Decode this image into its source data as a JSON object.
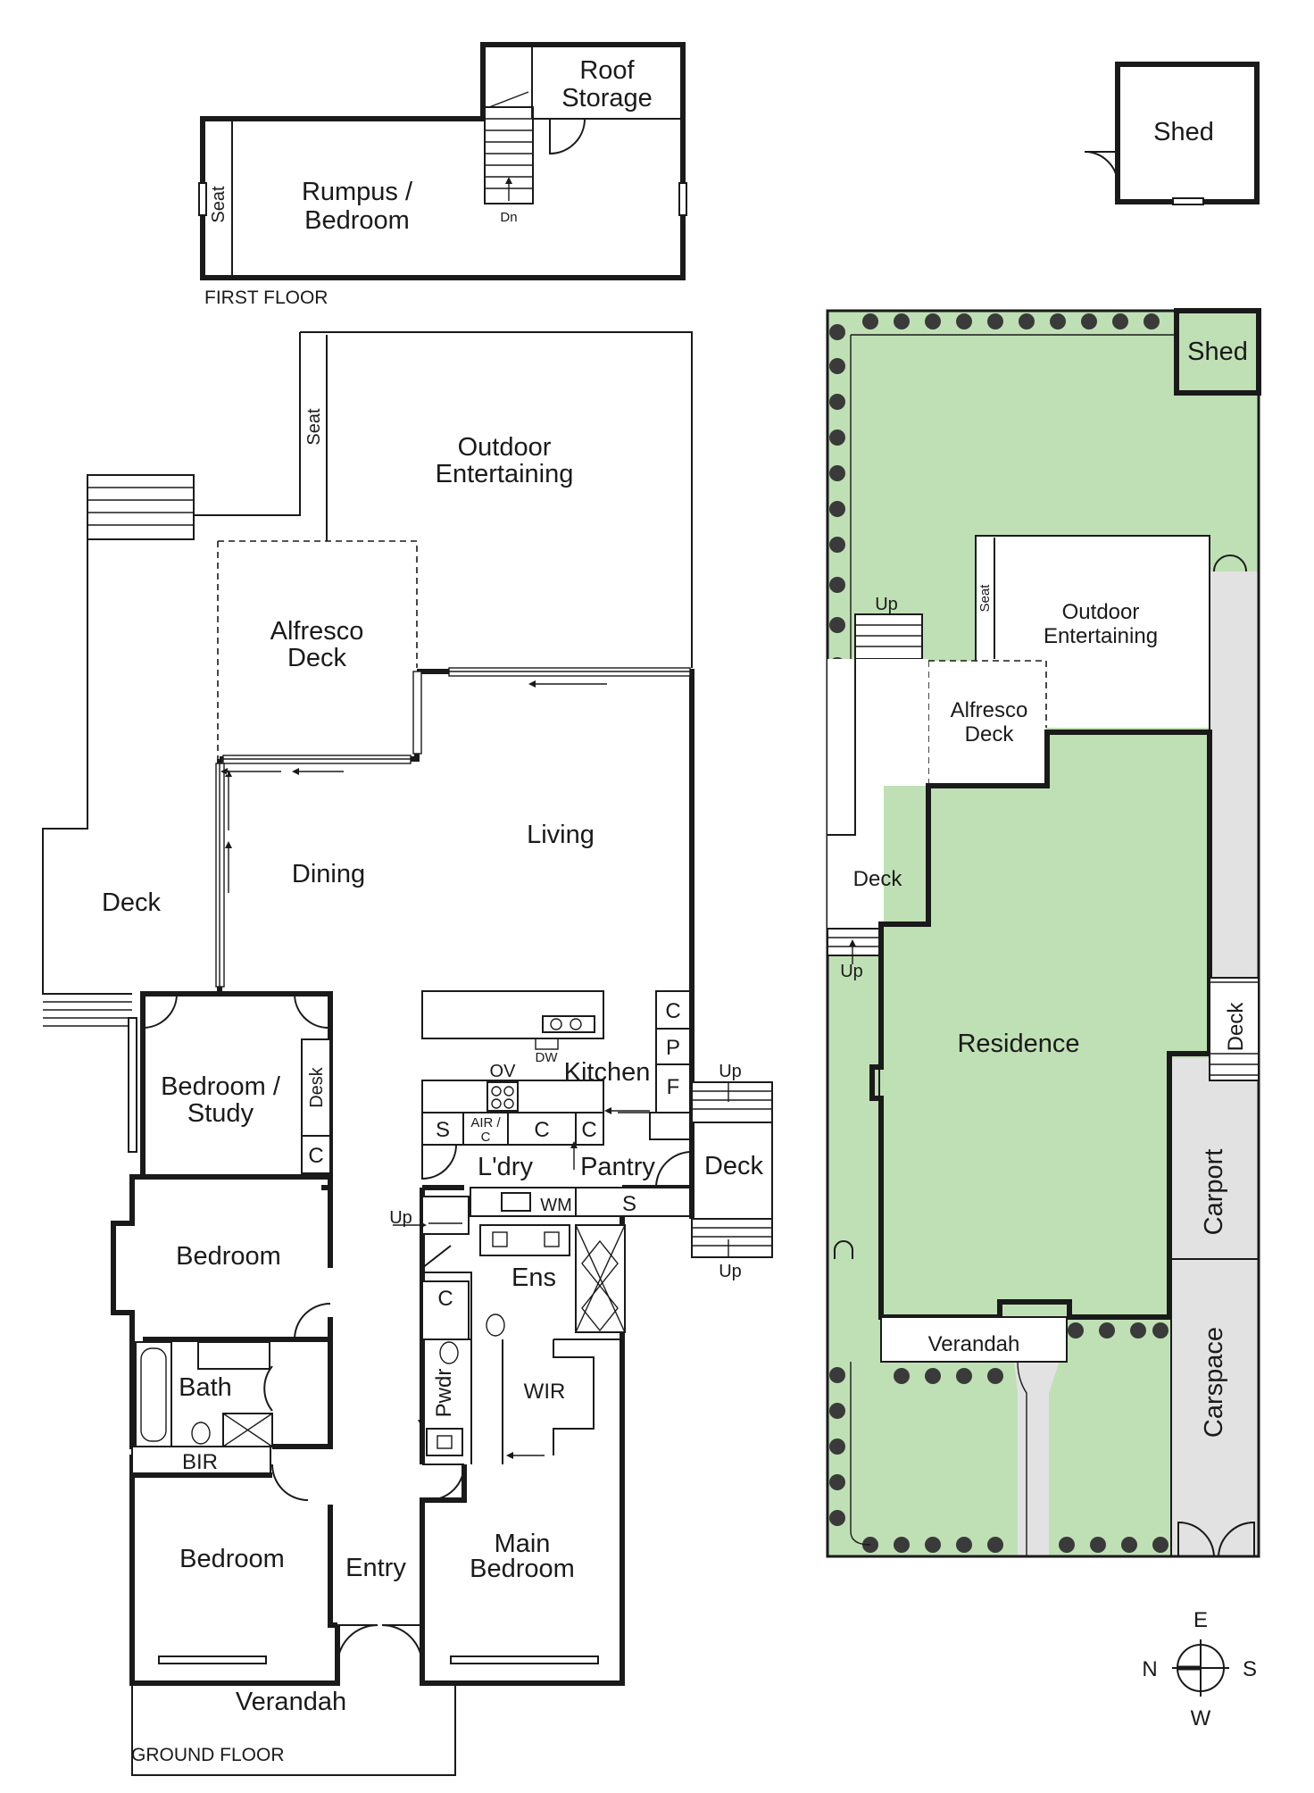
{
  "colors": {
    "lawn": "#bfe0b4",
    "paving": "#e2e2e2",
    "hedge": "#3a3a3a",
    "line": "#1a1a1a"
  },
  "first_floor": {
    "caption": "FIRST FLOOR",
    "rumpus": "Rumpus /",
    "rumpus2": "Bedroom",
    "roof": "Roof",
    "roof2": "Storage",
    "seat": "Seat",
    "dn": "Dn"
  },
  "shed_detail": {
    "label": "Shed"
  },
  "ground_floor": {
    "caption": "GROUND FLOOR",
    "outdoor": "Outdoor",
    "outdoor2": "Entertaining",
    "seat": "Seat",
    "alfresco": "Alfresco",
    "alfresco2": "Deck",
    "living": "Living",
    "dining": "Dining",
    "deck_west": "Deck",
    "deck_east": "Deck",
    "kitchen": "Kitchen",
    "dw": "DW",
    "ov": "OV",
    "c": "C",
    "p": "P",
    "f": "F",
    "s": "S",
    "air": "AIR /",
    "air2": "C",
    "bedroom_study": "Bedroom /",
    "bedroom_study2": "Study",
    "desk": "Desk",
    "laundry": "L'dry",
    "pantry": "Pantry",
    "wm": "WM",
    "up": "Up",
    "bedroom": "Bedroom",
    "ens": "Ens",
    "bath": "Bath",
    "pwdr": "Pwdr",
    "wir": "WIR",
    "bir": "BIR",
    "entry": "Entry",
    "main_bedroom": "Main",
    "main_bedroom2": "Bedroom",
    "verandah": "Verandah"
  },
  "site_plan": {
    "shed": "Shed",
    "up": "Up",
    "seat": "Seat",
    "outdoor": "Outdoor",
    "outdoor2": "Entertaining",
    "alfresco": "Alfresco",
    "alfresco2": "Deck",
    "deck": "Deck",
    "residence": "Residence",
    "deck_side": "Deck",
    "carport": "Carport",
    "verandah": "Verandah",
    "carspace": "Carspace"
  },
  "compass": {
    "n": "N",
    "e": "E",
    "s": "S",
    "w": "W"
  }
}
